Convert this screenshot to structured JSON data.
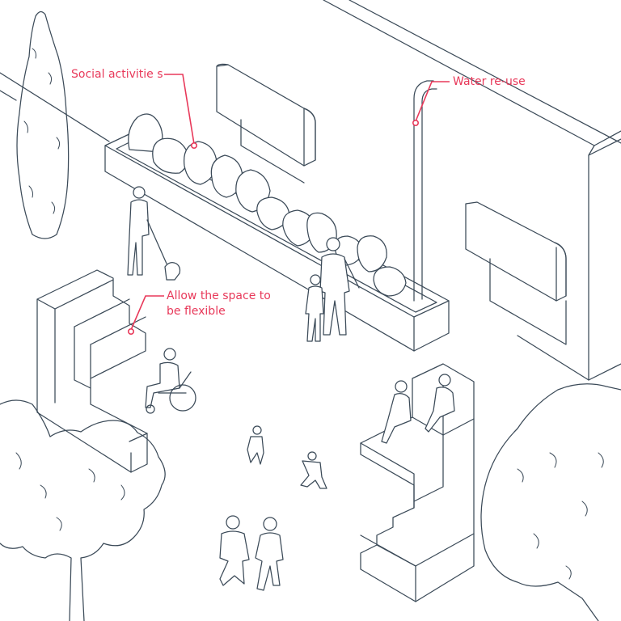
{
  "colors": {
    "line": "#3b4a58",
    "accent": "#e8395a",
    "background": "#ffffff"
  },
  "annotations": {
    "social": "Social activitie s",
    "water": "Water re-use",
    "flexible_line1": "Allow the space to",
    "flexible_line2": "be flexible"
  }
}
